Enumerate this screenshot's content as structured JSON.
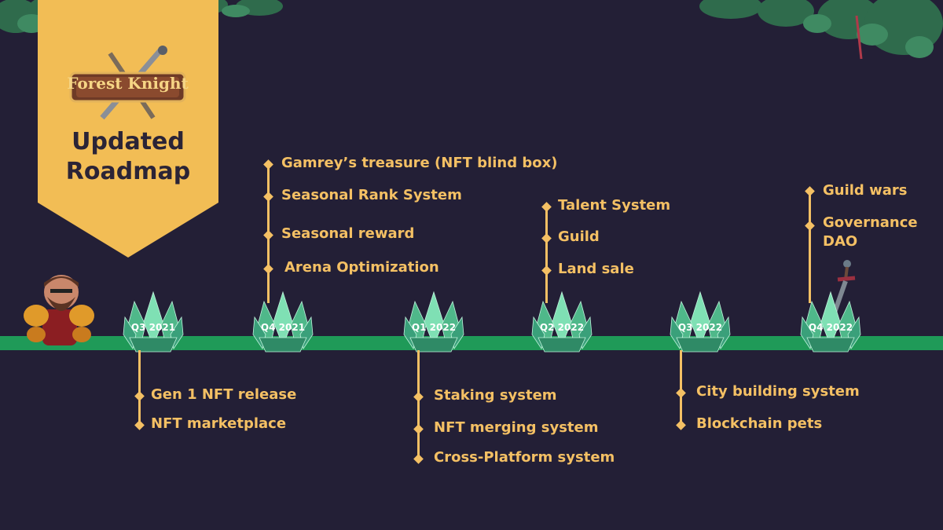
{
  "banner": {
    "logo_text": "Forest Knight",
    "title_line1": "Updated",
    "title_line2": "Roadmap"
  },
  "milestones": [
    {
      "quarter": "Q3 2021",
      "items": [
        "Gen 1 NFT release",
        "NFT marketplace"
      ]
    },
    {
      "quarter": "Q4 2021",
      "items": [
        "Gamrey’s treasure (NFT blind box)",
        "Seasonal Rank System",
        "Seasonal reward",
        "Arena Optimization"
      ]
    },
    {
      "quarter": "Q1 2022",
      "items": [
        "Staking system",
        "NFT merging system",
        "Cross-Platform system"
      ]
    },
    {
      "quarter": "Q2 2022",
      "items": [
        "Talent System",
        "Guild",
        "Land sale"
      ]
    },
    {
      "quarter": "Q3 2022",
      "items": [
        "City building system",
        "Blockchain pets"
      ]
    },
    {
      "quarter": "Q4 2022",
      "items": [
        "Guild wars",
        "Governance",
        "DAO"
      ]
    }
  ],
  "colors": {
    "background": "#231f36",
    "banner": "#f2bd55",
    "timeline": "#1f9a58",
    "text_accent": "#f4c064",
    "crystal": "#5cc79a"
  },
  "icons": [
    "leaves-decoration",
    "forest-knight-logo",
    "knight-character",
    "crystal-icon",
    "sword-icon"
  ]
}
